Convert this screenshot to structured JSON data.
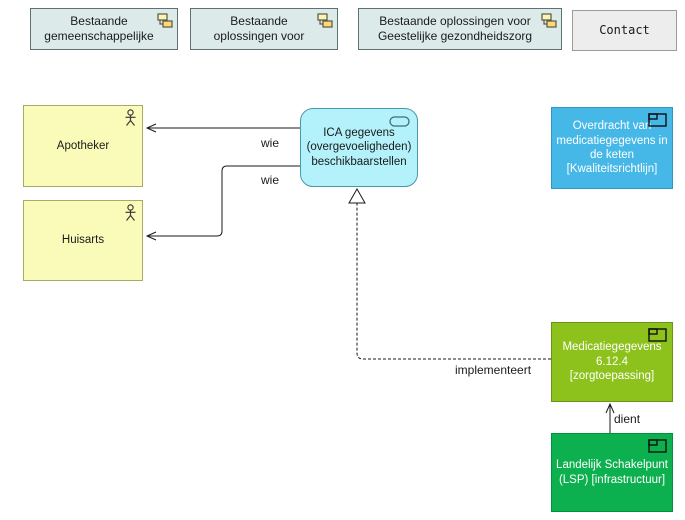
{
  "top_row": {
    "ref1": "Bestaande gemeenschappelijke",
    "ref2": "Bestaande oplossingen voor",
    "ref3": "Bestaande oplossingen voor Geestelijke gezondheidszorg",
    "contact": "Contact"
  },
  "nodes": {
    "apotheker": "Apotheker",
    "huisarts": "Huisarts",
    "ica_service": "ICA gegevens (overgevoeligheden) beschikbaarstellen",
    "overdracht": "Overdracht van medicatiegegevens in de keten [Kwaliteitsrichtlijn]",
    "medicatiegegevens": "Medicatiegegevens 6.12.4 [zorgtoepassing]",
    "lsp": "Landelijk Schakelpunt (LSP) [infrastructuur]"
  },
  "edges": {
    "wie_apotheker": "wie",
    "wie_huisarts": "wie",
    "implementeert": "implementeert",
    "dient": "dient"
  },
  "colors": {
    "view_reference_fill": "#dcebe9",
    "view_reference_border": "#5f7273",
    "contact_fill": "#ededed",
    "actor_fill": "#fbfbb9",
    "actor_border": "#a9a968",
    "service_fill": "#b3f2fb",
    "service_border": "#4c97a8",
    "product_blue": "#45b8e8",
    "product_green": "#8dc21c",
    "product_dark_green": "#0db04e",
    "edge_stroke": "#1a1a1a"
  },
  "icons": {
    "ref1_icon": "diagram-reference",
    "ref2_icon": "diagram-reference",
    "ref3_icon": "diagram-reference",
    "apotheker_icon": "actor",
    "huisarts_icon": "actor",
    "ica_icon": "service",
    "overdracht_icon": "product",
    "medicatie_icon": "product",
    "lsp_icon": "product"
  }
}
